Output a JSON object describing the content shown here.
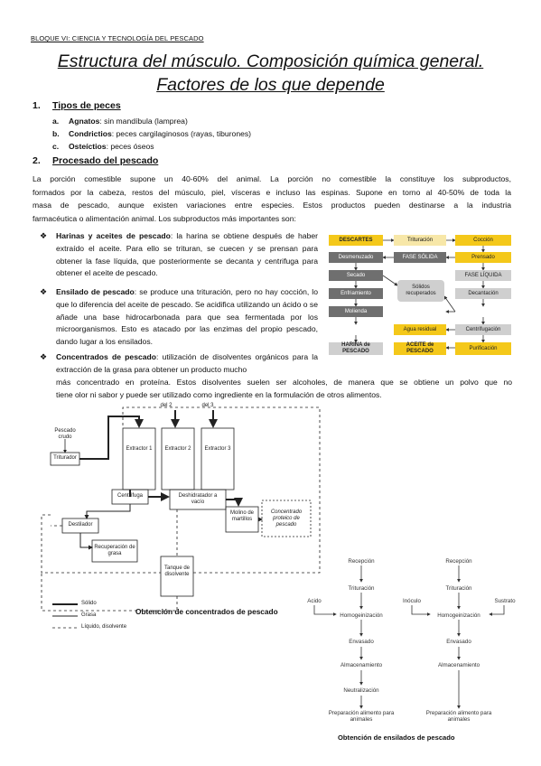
{
  "header": "BLOQUE VI: CIENCIA Y TECNOLOGÍA DEL PESCADO",
  "title": {
    "line1": "Estructura del músculo. Composición química general.",
    "line2": "Factores de los que depende"
  },
  "section1": {
    "number": "1.",
    "label": "Tipos de peces",
    "items": [
      {
        "letter": "a.",
        "term": "Agnatos",
        "text": ": sin mandíbula (lamprea)"
      },
      {
        "letter": "b.",
        "term": "Condrictios",
        "text": ": peces cargilaginosos (rayas, tiburones)"
      },
      {
        "letter": "c.",
        "term": "Osteíctios",
        "text": ": peces óseos"
      }
    ]
  },
  "section2": {
    "number": "2.",
    "label": "Procesado del pescado",
    "intro": [
      "La porción comestible supone un 40-60% del animal. La porción no comestible la constituye los subproductos,",
      "formados por la cabeza, restos del músculo, piel, vísceras e incluso las espinas. Supone en torno al 40-50% de toda la",
      "masa de pescado, aunque existen variaciones entre especies. Estos productos pueden destinarse a la industria",
      "farmacéutica o alimentación animal. Los subproductos más importantes son:"
    ],
    "bullets": [
      {
        "term": "Harinas y aceites de pescado",
        "text": ": la harina se obtiene después de haber extraído el aceite. Para ello se trituran, se cuecen y se prensan para obtener la fase líquida, que posteriormente se decanta y centrifuga para obtener el aceite de pescado."
      },
      {
        "term": "Ensilado de pescado",
        "text": ": se produce una trituración, pero no hay cocción, lo que lo diferencia del aceite de pescado. Se acidifica utilizando un ácido o se añade una base hidrocarbonada para que sea fermentada por los microorganismos. Esto es atacado por las enzimas del propio pescado, dando lugar a los ensilados."
      },
      {
        "term": "Concentrados de pescado",
        "text": ": utilización de disolventes orgánicos para la extracción de la grasa para obtener un producto mucho"
      }
    ],
    "continuation": [
      "más concentrado en proteína. Estos disolventes suelen ser alcoholes, de manera que se obtiene un polvo que no",
      "tiene olor ni sabor y puede ser utilizado como ingrediente en la formulación de otros alimentos."
    ]
  },
  "flow_harina": {
    "descartes": "DESCARTES",
    "trituracion": "Trituración",
    "coccion": "Cocción",
    "desmenuzado": "Desmenuzado",
    "fase_solida": "FASE SÓLIDA",
    "prensado": "Prensado",
    "secado": "Secado",
    "solidos": "Sólidos recuperados",
    "fase_liquida": "FASE LÍQUIDA",
    "enfriamiento": "Enfriamiento",
    "decantacion": "Decantación",
    "molienda": "Molienda",
    "agua_residual": "Agua residual",
    "centrifugacion": "Centrifugación",
    "harina": "HARINA de PESCADO",
    "aceite": "ACEITE de PESCADO",
    "purificacion": "Purificación"
  },
  "concentrados": {
    "pescado_crudo": "Pescado crudo",
    "triturador": "Triturador",
    "extractor1": "Extractor 1",
    "extractor2": "Extractor 2",
    "extractor3": "Extractor 3",
    "del2": "del 2",
    "del3": "del 3",
    "centrifuga": "Centrífuga",
    "deshidratador": "Deshidratador a vacío",
    "molino": "Molino de martillos",
    "concentrado": "Concentrado proteico de pescado",
    "destilador": "Destilador",
    "recuperacion": "Recuperación de grasa",
    "tanque": "Tanque de disolvente",
    "legend_solido": "Sólido",
    "legend_grasa": "Grasa",
    "legend_liquido": "Líquido, disolvente",
    "caption": "Obtención de concentrados de pescado"
  },
  "ensilados": {
    "left": [
      "Recepción",
      "Trituración",
      "Homogeinización",
      "Envasado",
      "Almacenamiento",
      "Neutralización",
      "Preparación alimento para animales"
    ],
    "left_input": "Acido",
    "right": [
      "Recepción",
      "Trituración",
      "Homogeinización",
      "Envasado",
      "Almacenamiento",
      "Preparación alimento para animales"
    ],
    "right_input1": "Inóculo",
    "right_input2": "Sustrato",
    "caption": "Obtención de ensilados de pescado"
  }
}
